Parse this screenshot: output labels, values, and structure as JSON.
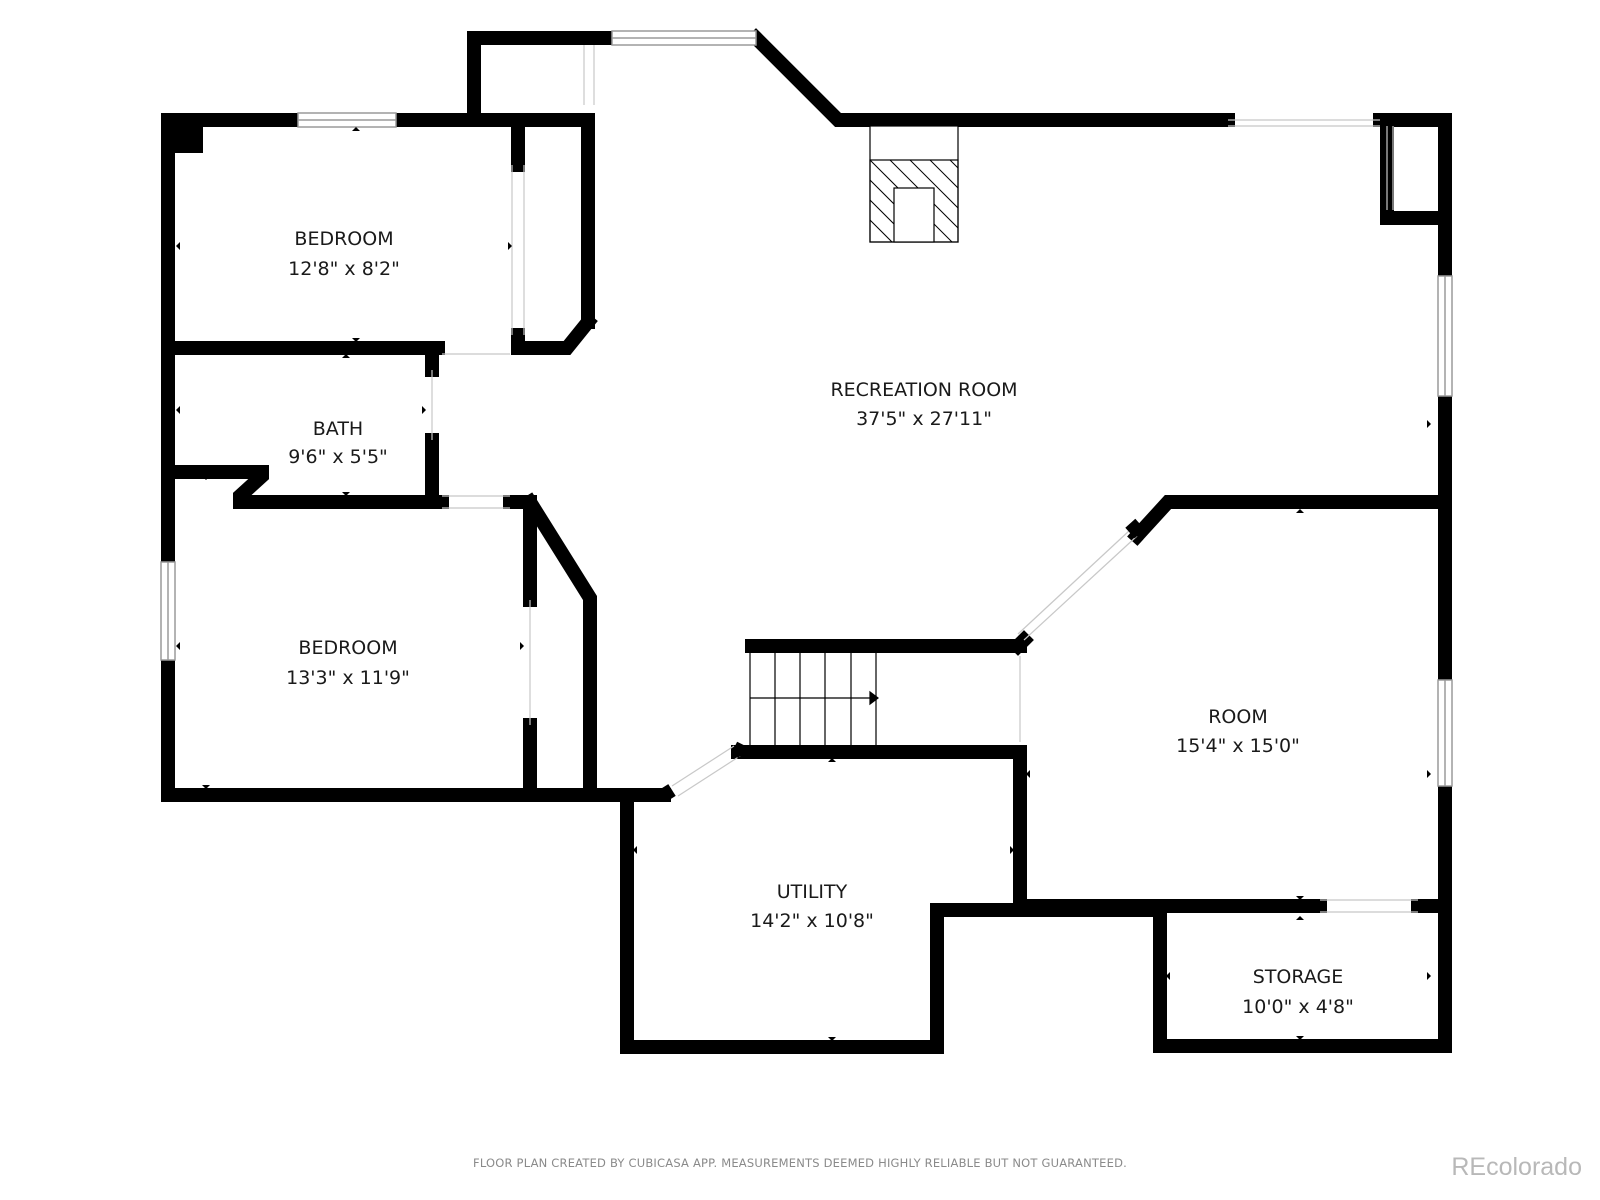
{
  "colors": {
    "wall": "#000000",
    "window": "#bdbdbd",
    "text": "#1a1a1a",
    "footer": "#8a8a8a",
    "brand": "#b8b8b8"
  },
  "rooms": [
    {
      "name": "BEDROOM",
      "dims": "12'8\" x 8'2\""
    },
    {
      "name": "BATH",
      "dims": "9'6\" x 5'5\""
    },
    {
      "name": "BEDROOM",
      "dims": "13'3\" x 11'9\""
    },
    {
      "name": "RECREATION ROOM",
      "dims": "37'5\" x 27'11\""
    },
    {
      "name": "ROOM",
      "dims": "15'4\" x 15'0\""
    },
    {
      "name": "UTILITY",
      "dims": "14'2\" x 10'8\""
    },
    {
      "name": "STORAGE",
      "dims": "10'0\" x 4'8\""
    }
  ],
  "footer": {
    "disclaimer": "FLOOR PLAN CREATED BY CUBICASA APP. MEASUREMENTS DEEMED HIGHLY RELIABLE BUT NOT GUARANTEED."
  },
  "brand": {
    "logo_text": "REcolorado"
  }
}
